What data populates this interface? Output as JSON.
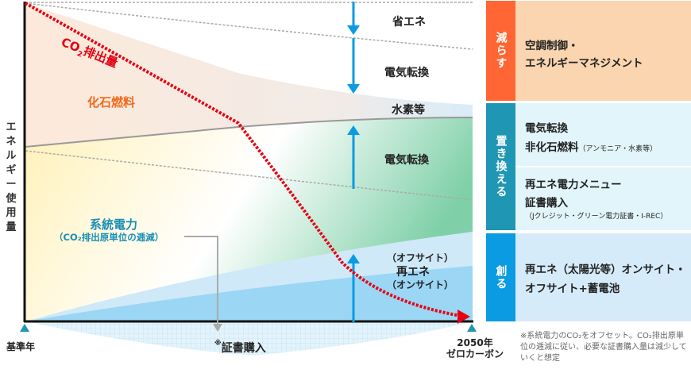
{
  "chart": {
    "y_axis_label": "エネルギー使用量",
    "x_start_label": "基準年",
    "x_end_label_line1": "2050年",
    "x_end_label_line2": "ゼロカーボン",
    "co2_label_prefix": "CO",
    "co2_label_sub": "2",
    "co2_label_suffix": "排出量",
    "fossil_label": "化石燃料",
    "grid_label": "系統電力",
    "grid_sub_label": "（CO₂排出原単位の逓減）",
    "cert_label_mark": "※",
    "cert_label": "証書購入",
    "right_labels": {
      "energy_saving": "省エネ",
      "electrification_top": "電気転換",
      "hydrogen": "水素等",
      "electrification_mid": "電気転換",
      "offsite": "（オフサイト）",
      "renewable": "再エネ",
      "onsite": "（オンサイト）"
    },
    "colors": {
      "fossil": "#fdeee2",
      "fossil_label": "#f26a1b",
      "grid_fill": "#fff4c4",
      "green": "#7fd0a8",
      "renew_offsite": "#cfe9f8",
      "renew_onsite": "#9bd6f4",
      "hydrogen": "#d8ecf7",
      "arrow_blue": "#0a9be3",
      "co2_red": "#e60012",
      "grid_label": "#1a8fb5",
      "marker": "#1e96b4"
    }
  },
  "panels": {
    "reduce": {
      "tag": "減らす",
      "line1": "空調制御・",
      "line2": "エネルギーマネジメント",
      "tag_color": "#ff6633",
      "bg": "#fad5b0"
    },
    "replace": {
      "tag": "置き換える",
      "box1_line1": "電気転換",
      "box1_line2": "非化石燃料",
      "box1_line2_small": "（アンモニア・水素等）",
      "box2_line1": "再エネ電力メニュー",
      "box2_line2": "証書購入",
      "box2_line3": "（Jクレジット・グリーン電力証書・I-REC）",
      "tag_color": "#1e96b4",
      "bg": "#e2f5fb"
    },
    "create": {
      "tag": "創る",
      "line1": "再エネ（太陽光等）オンサイト・",
      "line2": "オフサイト+蓄電池",
      "tag_color": "#0a9be3",
      "bg": "#d6ebf9"
    }
  },
  "footnote": "※系統電力のCO₂をオフセット。CO₂排出原単位の逓減に従い、必要な証書購入量は減少していくと想定"
}
